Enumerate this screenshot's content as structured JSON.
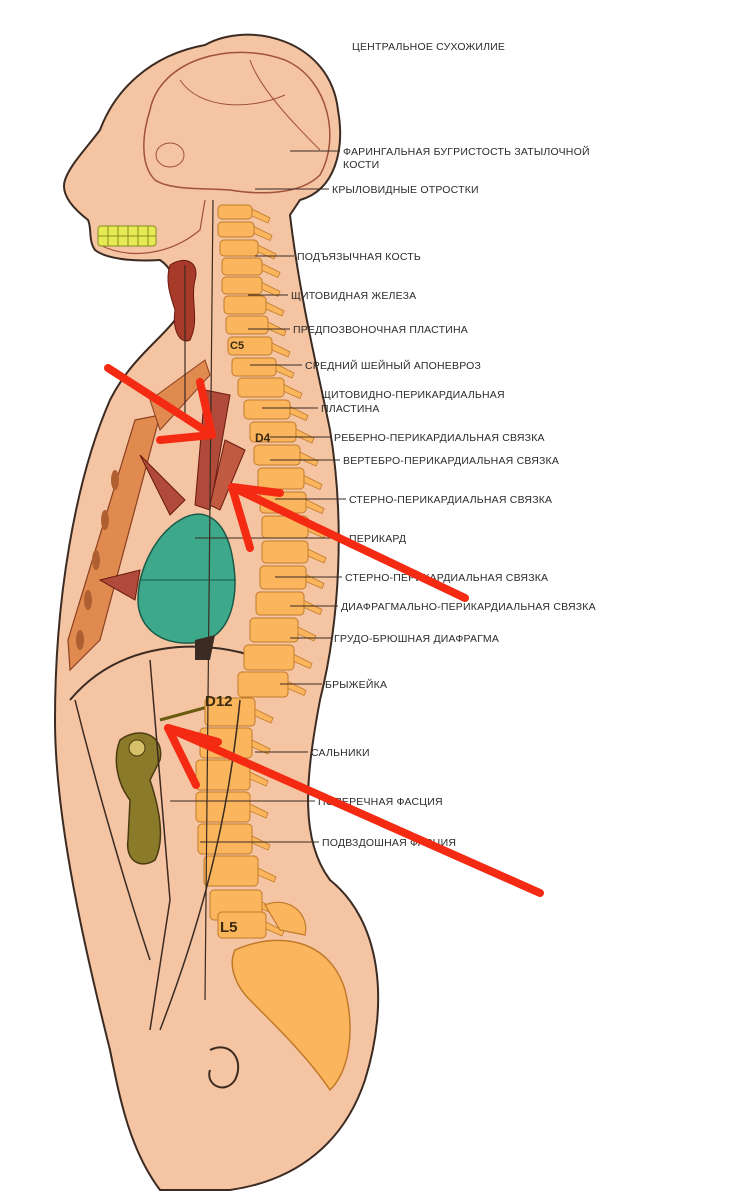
{
  "labels": [
    {
      "text": "ЦЕНТРАЛЬНОЕ СУХОЖИЛИЕ"
    },
    {
      "text": "ФАРИНГАЛЬНАЯ БУГРИСТОСТЬ ЗАТЫЛОЧНОЙ"
    },
    {
      "text": "КОСТИ"
    },
    {
      "text": "КРЫЛОВИДНЫЕ ОТРОСТКИ"
    },
    {
      "text": "ПОДЪЯЗЫЧНАЯ КОСТЬ"
    },
    {
      "text": "ЩИТОВИДНАЯ ЖЕЛЕЗА"
    },
    {
      "text": "ПРЕДПОЗВОНОЧНАЯ ПЛАСТИНА"
    },
    {
      "text": "СРЕДНИЙ ШЕЙНЫЙ АПОНЕВРОЗ"
    },
    {
      "text": "ЩИТОВИДНО-ПЕРИКАРДИАЛЬНАЯ"
    },
    {
      "text": "ПЛАСТИНА"
    },
    {
      "text": "РЕБЕРНО-ПЕРИКАРДИАЛЬНАЯ СВЯЗКА"
    },
    {
      "text": "ВЕРТЕБРО-ПЕРИКАРДИАЛЬНАЯ СВЯЗКА"
    },
    {
      "text": "СТЕРНО-ПЕРИКАРДИАЛЬНАЯ СВЯЗКА"
    },
    {
      "text": "ПЕРИКАРД"
    },
    {
      "text": "СТЕРНО-ПЕРИКАРДИАЛЬНАЯ СВЯЗКА"
    },
    {
      "text": "ДИАФРАГМАЛЬНО-ПЕРИКАРДИАЛЬНАЯ СВЯЗКА"
    },
    {
      "text": "ГРУДО-БРЮШНАЯ ДИАФРАГМА"
    },
    {
      "text": "БРЫЖЕЙКА"
    },
    {
      "text": "САЛЬНИКИ"
    },
    {
      "text": "ПОПЕРЕЧНАЯ ФАСЦИЯ"
    },
    {
      "text": "ПОДВЗДОШНАЯ ФАСЦИЯ"
    }
  ],
  "vertebra_labels": {
    "c5": "C5",
    "d4": "D4",
    "d12": "D12",
    "l5": "L5"
  },
  "colors": {
    "skin": "#f5c4a2",
    "skin_outline": "#3b2b22",
    "bone": "#fbb55d",
    "bone_outline": "#c07a2a",
    "pericardium": "#3ea88b",
    "muscle": "#b04a3a",
    "thyroid": "#a83a2a",
    "teeth": "#e6ea55",
    "organ_olive": "#8a7a2a",
    "arrow": "#f42a12",
    "label_text": "#2b2b2b"
  }
}
